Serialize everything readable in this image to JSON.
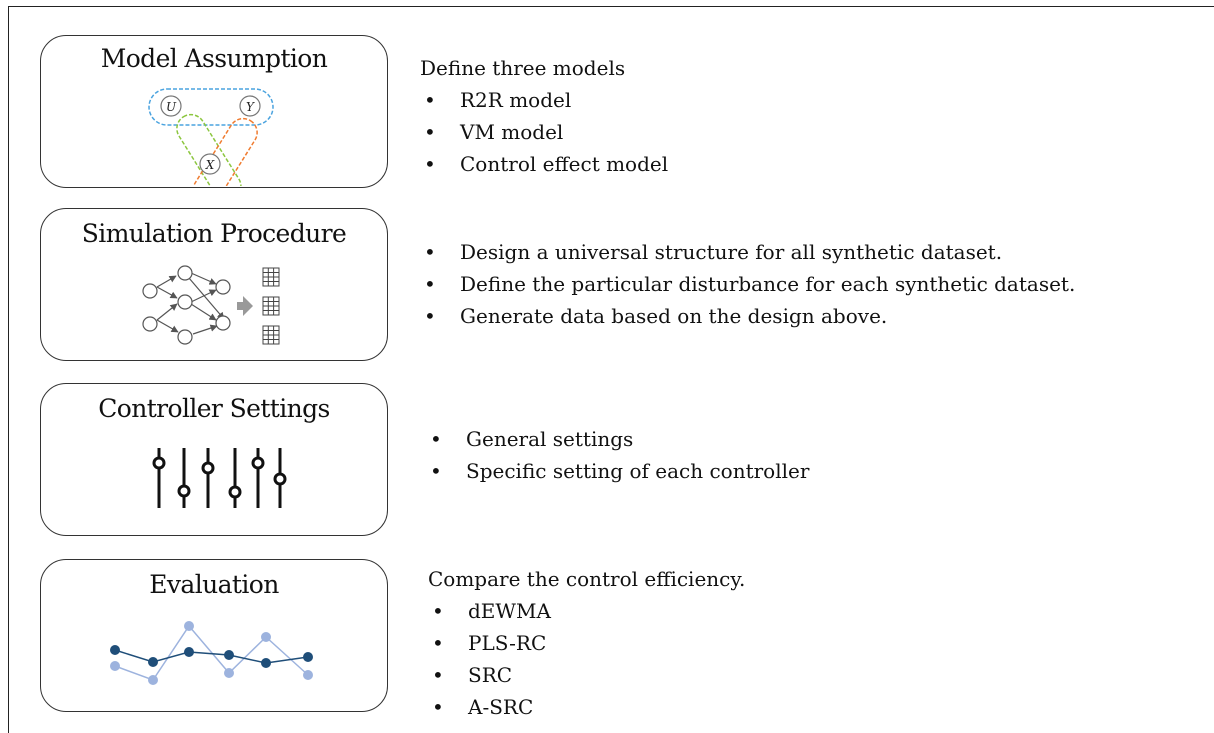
{
  "steps": [
    {
      "title": "Model Assumption",
      "icon": "venn-variables-icon",
      "node_labels": [
        "U",
        "Y",
        "X"
      ],
      "heading": "Define three models",
      "bullets": [
        "R2R model",
        "VM model",
        "Control effect model"
      ]
    },
    {
      "title": "Simulation Procedure",
      "icon": "network-to-tables-icon",
      "heading": "",
      "bullets": [
        "Design a universal structure for all synthetic dataset.",
        "Define the particular disturbance for each synthetic dataset.",
        "Generate data based on the design above."
      ]
    },
    {
      "title": "Controller Settings",
      "icon": "sliders-icon",
      "heading": "",
      "bullets": [
        "General settings",
        "Specific setting of each controller"
      ]
    },
    {
      "title": "Evaluation",
      "icon": "line-chart-icon",
      "heading": "Compare the control efficiency.",
      "bullets": [
        "dEWMA",
        "PLS-RC",
        "SRC",
        "A-SRC"
      ]
    }
  ],
  "colors": {
    "border": "#333333",
    "ellipse_blue": "#4aa3df",
    "ellipse_orange": "#f07b2f",
    "ellipse_green": "#8cc63f",
    "series_dark": "#1f4e79",
    "series_light": "#9db3de",
    "arrow_gray": "#999999"
  }
}
